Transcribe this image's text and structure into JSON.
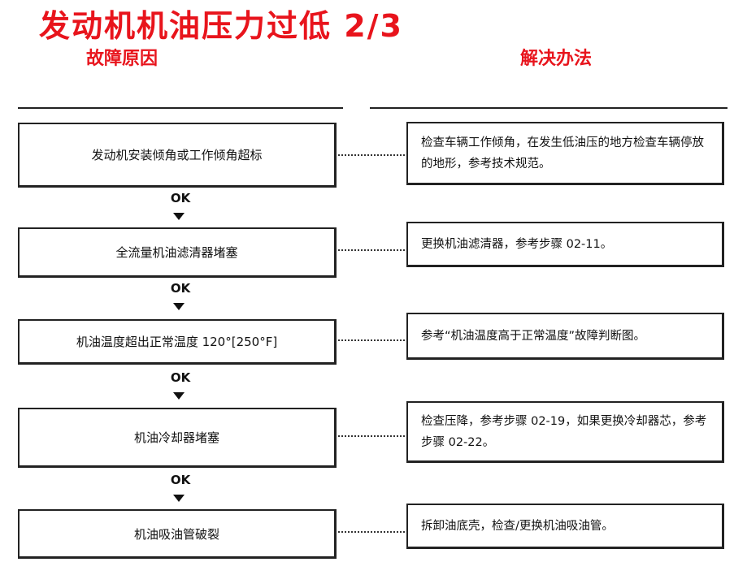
{
  "title": "发动机机油压力过低 2/3",
  "headers": {
    "cause": "故障原因",
    "remedy": "解决办法"
  },
  "ok_label": "OK",
  "rows": [
    {
      "cause": "发动机安装倾角或工作倾角超标",
      "remedy": "检查车辆工作倾角，在发生低油压的地方检查车辆停放的地形，参考技术规范。"
    },
    {
      "cause": "全流量机油滤清器堵塞",
      "remedy": "更换机油滤清器，参考步骤 02-11。"
    },
    {
      "cause": "机油温度超出正常温度 120°[250°F]",
      "remedy": "参考“机油温度高于正常温度”故障判断图。"
    },
    {
      "cause": "机油冷却器堵塞",
      "remedy": "检查压降，参考步骤 02-19，如果更换冷却器芯，参考步骤 02-22。"
    },
    {
      "cause": "机油吸油管破裂",
      "remedy": "拆卸油底壳，检查/更换机油吸油管。"
    }
  ]
}
